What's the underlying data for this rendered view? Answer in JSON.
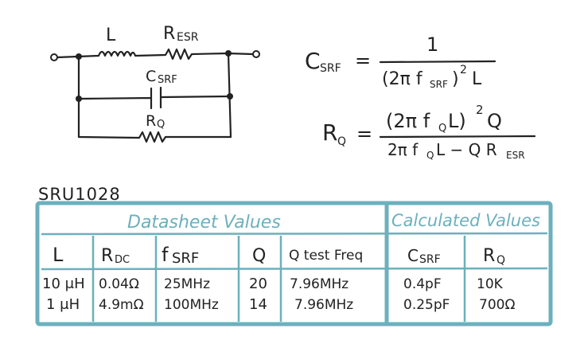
{
  "circuit": {
    "L": "L",
    "R_main": "R",
    "R_sub": "ESR",
    "C_main": "C",
    "C_sub": "SRF",
    "RQ_main": "R",
    "RQ_sub": "Q"
  },
  "eq1": {
    "lhs_main": "C",
    "lhs_sub": "SRF",
    "eq": "=",
    "num": "1",
    "den_open": "(2π f",
    "den_sub": "SRF",
    "den_close": ")",
    "den_exp": "2",
    "den_tail": "L"
  },
  "eq2": {
    "lhs_main": "R",
    "lhs_sub": "Q",
    "eq": "=",
    "num_open": "(2π f",
    "num_sub": "Q",
    "num_mid": "L)",
    "num_exp": "2",
    "num_tail": "Q",
    "den_a": "2π f",
    "den_sub1": "Q",
    "den_b": "L − Q R",
    "den_sub2": "ESR"
  },
  "part_number": "SRU1028",
  "table": {
    "datasheet_title": "Datasheet Values",
    "calculated_title": "Calculated Values",
    "headers": {
      "L": "L",
      "Rdc_main": "R",
      "Rdc_sub": "DC",
      "fsrf_main": "f",
      "fsrf_sub": "SRF",
      "Q": "Q",
      "qfreq": "Q test Freq",
      "csrf_main": "C",
      "csrf_sub": "SRF",
      "rq_main": "R",
      "rq_sub": "Q"
    },
    "rows": [
      {
        "L": "10 μH",
        "Rdc": "0.04Ω",
        "fsrf": "25MHz",
        "Q": "20",
        "qfreq": "7.96MHz",
        "csrf": "0.4pF",
        "rq": "10K"
      },
      {
        "L": "1 μH",
        "Rdc": "4.9mΩ",
        "fsrf": "100MHz",
        "Q": "14",
        "qfreq": "7.96MHz",
        "csrf": "0.25pF",
        "rq": "700Ω"
      }
    ]
  },
  "colors": {
    "ink": "#222222",
    "accent": "#6cb0bd"
  }
}
